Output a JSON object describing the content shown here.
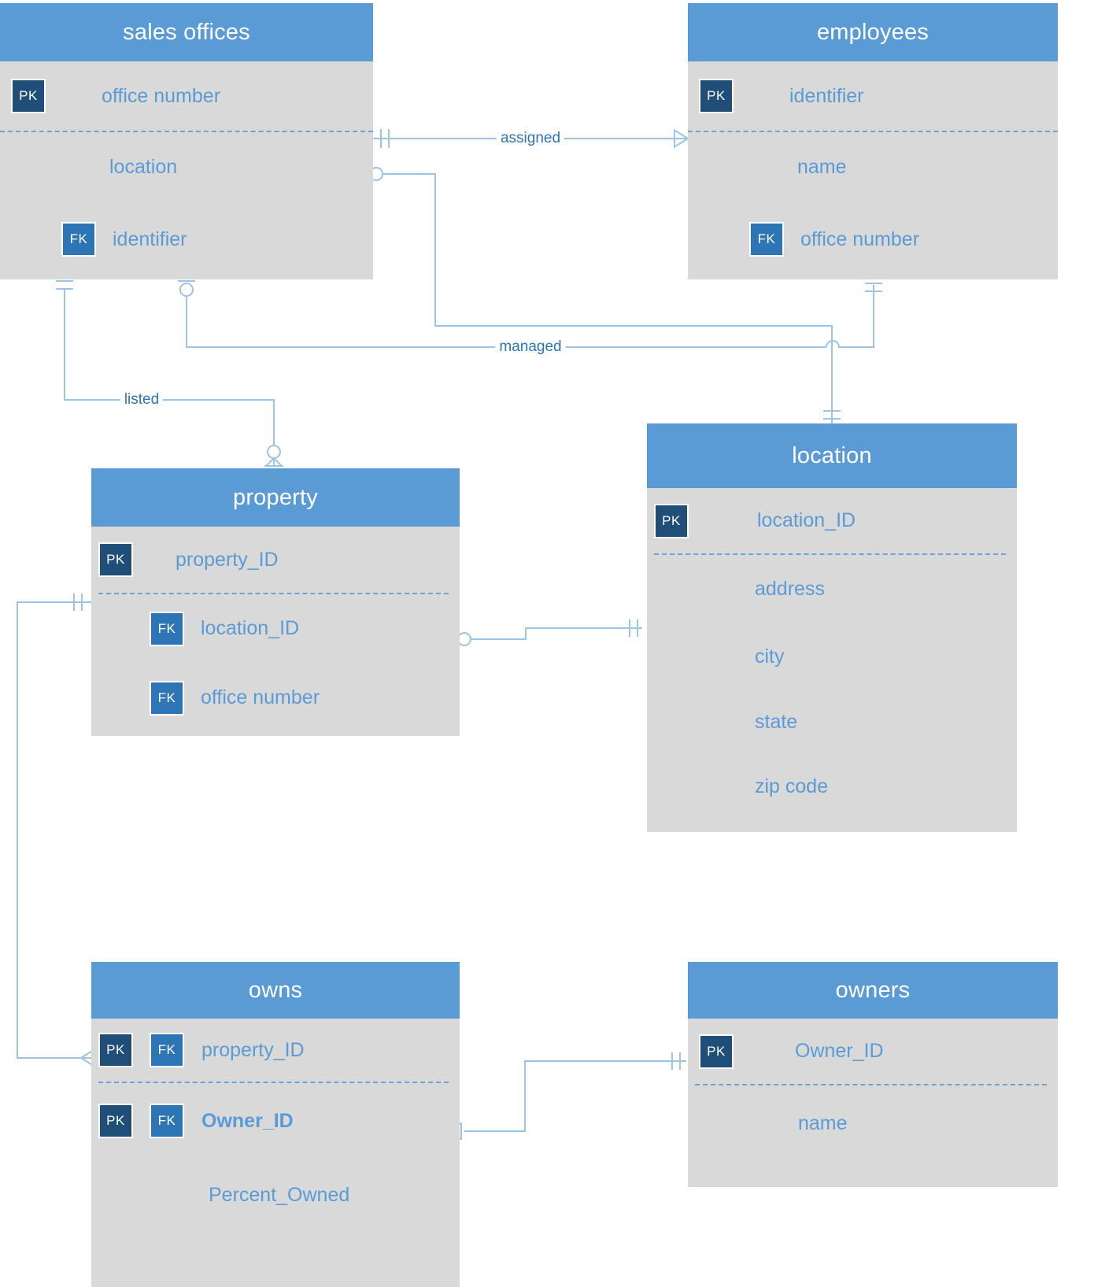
{
  "diagram": {
    "type": "entity-relationship-diagram",
    "notation": "crow's foot",
    "colors": {
      "header": "#5b9bd5",
      "body": "#d9d9d9",
      "pk_badge": "#1f4e79",
      "fk_badge": "#2e75b6",
      "attribute_text": "#5b9bd5",
      "connector": "#9dc3e6",
      "label_text": "#2e75b6"
    }
  },
  "entities": [
    {
      "id": "sales_offices",
      "title": "sales offices",
      "attributes": [
        {
          "badges": [
            "PK"
          ],
          "name": "office number",
          "bold": false
        },
        {
          "badges": [],
          "name": "location",
          "bold": false
        },
        {
          "badges": [
            "FK"
          ],
          "name": "identifier",
          "bold": false
        }
      ]
    },
    {
      "id": "employees",
      "title": "employees",
      "attributes": [
        {
          "badges": [
            "PK"
          ],
          "name": "identifier",
          "bold": false
        },
        {
          "badges": [],
          "name": "name",
          "bold": false
        },
        {
          "badges": [
            "FK"
          ],
          "name": "office number",
          "bold": false
        }
      ]
    },
    {
      "id": "property",
      "title": "property",
      "attributes": [
        {
          "badges": [
            "PK"
          ],
          "name": "property_ID",
          "bold": false
        },
        {
          "badges": [
            "FK"
          ],
          "name": "location_ID",
          "bold": false
        },
        {
          "badges": [
            "FK"
          ],
          "name": "office number",
          "bold": false
        }
      ]
    },
    {
      "id": "location",
      "title": "location",
      "attributes": [
        {
          "badges": [
            "PK"
          ],
          "name": "location_ID",
          "bold": false
        },
        {
          "badges": [],
          "name": "address",
          "bold": false
        },
        {
          "badges": [],
          "name": "city",
          "bold": false
        },
        {
          "badges": [],
          "name": "state",
          "bold": false
        },
        {
          "badges": [],
          "name": "zip code",
          "bold": false
        }
      ]
    },
    {
      "id": "owns",
      "title": "owns",
      "attributes": [
        {
          "badges": [
            "PK",
            "FK"
          ],
          "name": "property_ID",
          "bold": false
        },
        {
          "badges": [
            "PK",
            "FK"
          ],
          "name": "Owner_ID",
          "bold": true
        },
        {
          "badges": [],
          "name": "Percent_Owned",
          "bold": false
        }
      ]
    },
    {
      "id": "owners",
      "title": "owners",
      "attributes": [
        {
          "badges": [
            "PK"
          ],
          "name": "Owner_ID",
          "bold": false
        },
        {
          "badges": [],
          "name": "name",
          "bold": false
        }
      ]
    }
  ],
  "relationships": [
    {
      "id": "assigned",
      "label": "assigned",
      "from": "sales_offices",
      "to": "employees",
      "from_cardinality": "one-and-only-one",
      "to_cardinality": "one-or-many"
    },
    {
      "id": "managed",
      "label": "managed",
      "from": "sales_offices",
      "to": "employees",
      "from_cardinality": "zero-or-one",
      "to_cardinality": "one-and-only-one"
    },
    {
      "id": "listed",
      "label": "listed",
      "from": "sales_offices",
      "to": "property",
      "from_cardinality": "one-and-only-one",
      "to_cardinality": "zero-or-many"
    },
    {
      "id": "located",
      "label": "",
      "from": "property",
      "to": "location",
      "from_cardinality": "zero-or-one",
      "to_cardinality": "one-and-only-one"
    },
    {
      "id": "office_location",
      "label": "",
      "from": "employees",
      "to": "location",
      "from_cardinality": "one-and-only-one",
      "to_cardinality": "one-and-only-one"
    },
    {
      "id": "owns_property",
      "label": "",
      "from": "property",
      "to": "owns",
      "from_cardinality": "one-and-only-one",
      "to_cardinality": "one-or-many"
    },
    {
      "id": "owns_owner",
      "label": "",
      "from": "owns",
      "to": "owners",
      "from_cardinality": "one-or-many",
      "to_cardinality": "one-and-only-one"
    }
  ],
  "icons": {
    "pk": "PK",
    "fk": "FK"
  }
}
